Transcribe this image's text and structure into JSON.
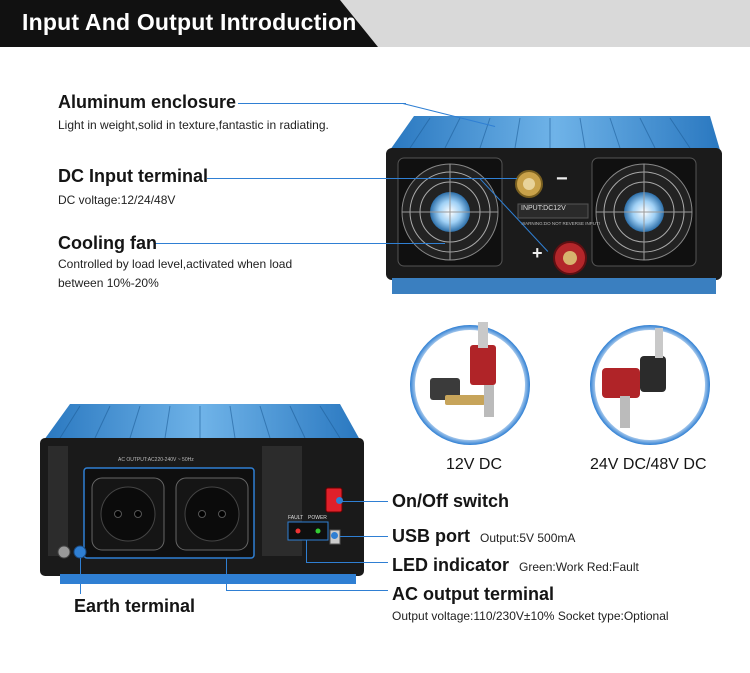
{
  "header": {
    "title": "Input And Output Introduction"
  },
  "features": {
    "enclosure": {
      "title": "Aluminum enclosure",
      "desc": "Light in weight,solid in texture,fantastic in radiating."
    },
    "dc_input": {
      "title": "DC Input terminal",
      "desc": "DC voltage:12/24/48V"
    },
    "fan": {
      "title": "Cooling fan",
      "desc": "Controlled by load level,activated when load between 10%-20%"
    },
    "switch": {
      "title": "On/Off switch"
    },
    "usb": {
      "title": "USB port",
      "desc": "Output:5V 500mA"
    },
    "led": {
      "title": "LED indicator",
      "desc": "Green:Work  Red:Fault"
    },
    "ac_output": {
      "title": "AC output terminal",
      "desc": "Output voltage:110/230V±10%  Socket type:Optional"
    },
    "earth": {
      "title": "Earth terminal"
    }
  },
  "terminals": {
    "left_caption": "12V DC",
    "right_caption": "24V DC/48V DC"
  },
  "device_labels": {
    "input_plate": "INPUT:DC12V",
    "input_warning": "WARNING:DO NOT REVERSE INPUT!",
    "minus": "−",
    "plus": "+",
    "ac_plate": "AC OUTPUT:AC220-240V ~ 50Hz",
    "fault": "FAULT",
    "power": "POWER"
  },
  "colors": {
    "accent": "#2f7fd3",
    "banner": "#111111",
    "body_blue": "#3e8fd0",
    "panel": "#1a1a1a"
  }
}
